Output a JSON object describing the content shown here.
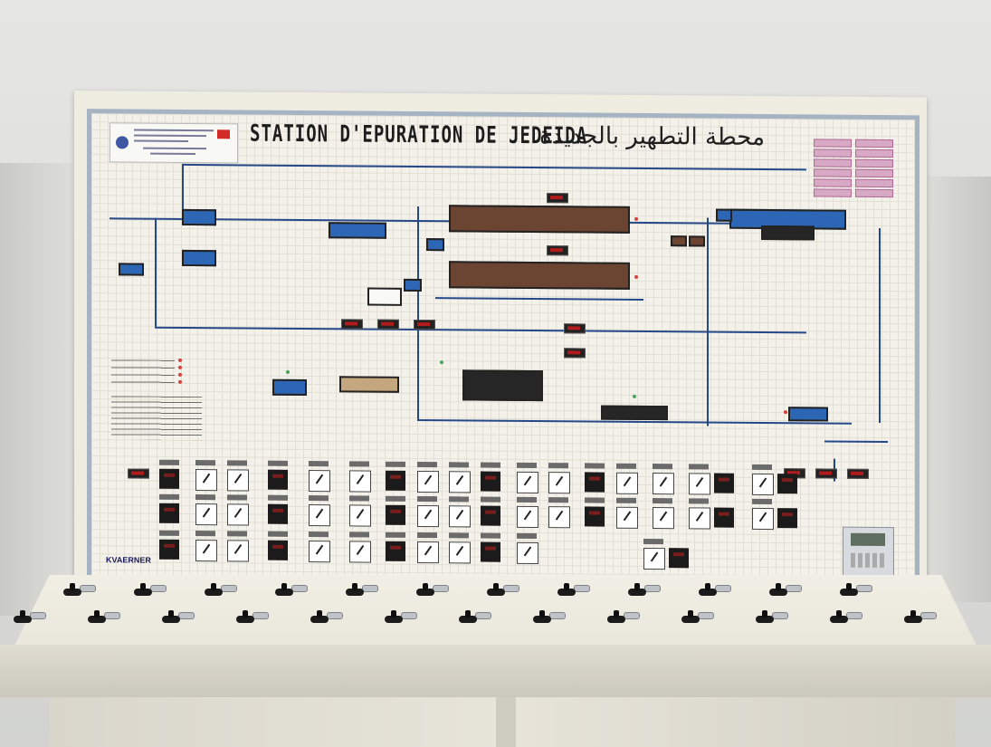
{
  "board": {
    "title": "STATION D'EPURATION DE JEDEIDA",
    "title_ar": "محطة التطهير بالجديدة",
    "manufacturer": "KVAERNER"
  },
  "colors": {
    "tank_blue": "#2c66b4",
    "tank_brown": "#6b4432",
    "pipe": "#25488a",
    "panel_border": "#a6b3c3",
    "panel_bg": "#f3f1e9",
    "console": "#ebe8dc"
  },
  "icons": [
    "logo-seal",
    "flag-icon",
    "gauge-icon",
    "meter-icon",
    "digital-display",
    "led-indicator",
    "rotary-switch"
  ]
}
